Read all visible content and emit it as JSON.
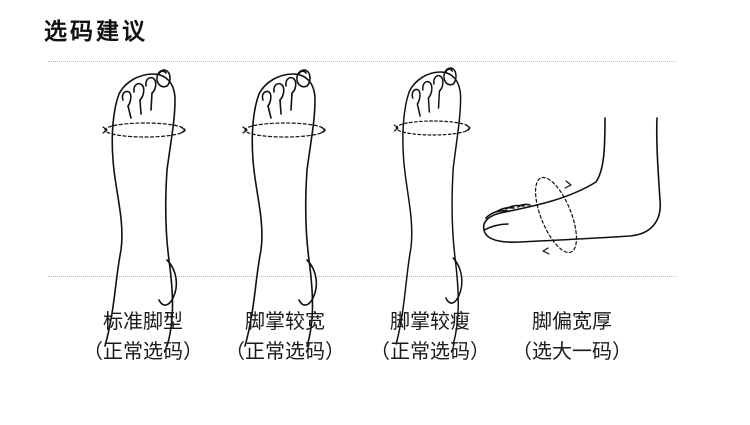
{
  "title": "选码建议",
  "items": [
    {
      "name": "标准脚型",
      "advice": "（正常选码）",
      "icon": "foot-girth-standard-icon"
    },
    {
      "name": "脚掌较宽",
      "advice": "（正常选码）",
      "icon": "foot-girth-wide-icon"
    },
    {
      "name": "脚掌较瘦",
      "advice": "（正常选码）",
      "icon": "foot-girth-narrow-icon"
    },
    {
      "name": "脚偏宽厚",
      "advice": "（选大一码）",
      "icon": "foot-instep-thick-icon"
    }
  ]
}
